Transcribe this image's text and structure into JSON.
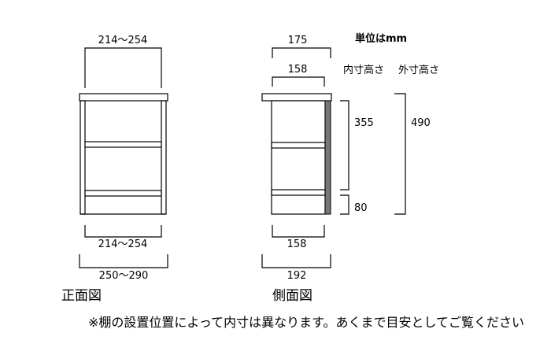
{
  "unit_note": "単位はmm",
  "front": {
    "top_width": "214～254",
    "inner_width": "214～254",
    "outer_width": "250～290",
    "view_title": "正面図"
  },
  "side": {
    "top_depth": "175",
    "inner_depth_top": "158",
    "inner_depth_bottom": "158",
    "outer_depth": "192",
    "view_title": "側面図"
  },
  "heights": {
    "inner_header": "内寸高さ",
    "outer_header": "外寸高さ",
    "inner_upper": "355",
    "inner_lower": "80",
    "outer_total": "490"
  },
  "colors": {
    "line": "#000000",
    "back_panel": "#777777",
    "background": "#ffffff"
  },
  "footnote": "※棚の設置位置によって内寸は異なります。あくまで目安としてご覧ください"
}
